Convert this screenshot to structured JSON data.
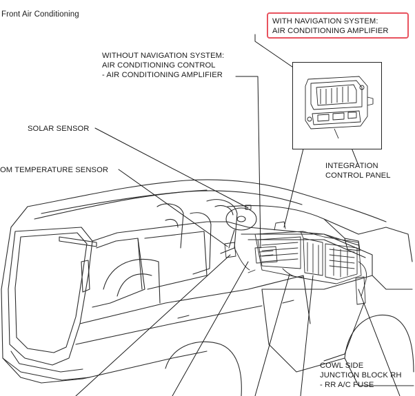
{
  "header": {
    "title": "Front Air Conditioning"
  },
  "labels": {
    "with_nav": [
      "WITH NAVIGATION SYSTEM:",
      "AIR CONDITIONING AMPLIFIER"
    ],
    "without_nav": [
      "WITHOUT NAVIGATION SYSTEM:",
      "AIR CONDITIONING CONTROL",
      "- AIR CONDITIONING AMPLIFIER"
    ],
    "solar_sensor": "SOLAR SENSOR",
    "room_temp_sensor": "OM TEMPERATURE SENSOR",
    "integration_panel": [
      "INTEGRATION",
      "CONTROL PANEL"
    ],
    "cowl_side": [
      "COWL SIDE",
      "JUNCTION BLOCK RH",
      "- RR A/C FUSE"
    ]
  },
  "colors": {
    "highlight": "#e8525e",
    "line": "#222222",
    "background": "#ffffff"
  }
}
